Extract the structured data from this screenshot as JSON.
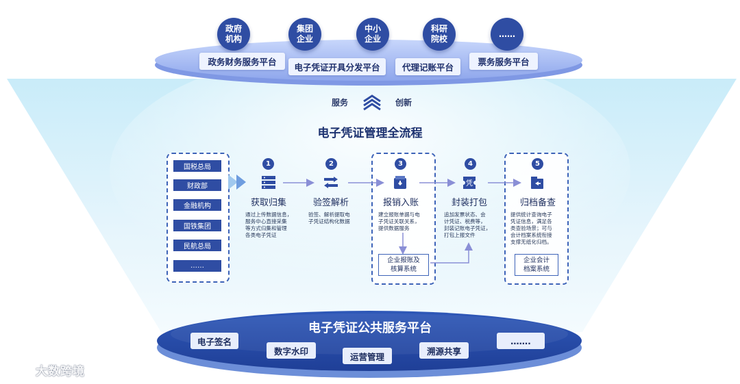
{
  "colors": {
    "primary": "#2f4da3",
    "light": "#eef3ff",
    "funnel": "#bfe6f7"
  },
  "top": {
    "circles": [
      "政府\n机构",
      "集团\n企业",
      "中小\n企业",
      "科研\n院校",
      "……"
    ],
    "platforms": [
      "政务财务服务平台",
      "电子凭证开具分发平台",
      "代理记账平台",
      "票务服务平台"
    ]
  },
  "service": {
    "left": "服务",
    "right": "创新"
  },
  "title": "电子凭证管理全流程",
  "sources": [
    "国税总局",
    "财政部",
    "金融机构",
    "国铁集团",
    "民航总局",
    "……"
  ],
  "steps": [
    {
      "num": "1",
      "title": "获取归集",
      "icon": "server-icon",
      "desc": "通过上传数据信息，\n服务中心直接采集\n等方式归集和管理\n各类电子凭证"
    },
    {
      "num": "2",
      "title": "验签解析",
      "icon": "transfer-icon",
      "desc": "验签、解析提取电\n子凭证结构化数据"
    },
    {
      "num": "3",
      "title": "报销入账",
      "icon": "wallet-icon",
      "desc": "建立报账单据与电\n子凭证关联关系，\n提供数据服务"
    },
    {
      "num": "4",
      "title": "封装打包",
      "icon": "voucher-icon",
      "icon_text": "凭",
      "desc": "追加发票状态、会\n计凭证、税费等，\n封装记账电子凭证，\n打包上报文件"
    },
    {
      "num": "5",
      "title": "归档备查",
      "icon": "archive-icon",
      "desc": "提供统计查询电子\n凭证信息，满足各\n类查验场景；可与\n会计档案系统衔接\n支撑无纸化归档。"
    }
  ],
  "systems": {
    "reimburse": "企业报账及\n核算系统",
    "archive": "企业会计\n档案系统"
  },
  "platform": {
    "title": "电子凭证公共服务平台",
    "items": [
      "电子签名",
      "数字水印",
      "运营管理",
      "溯源共享",
      "……."
    ]
  },
  "watermark": "大数跨境"
}
